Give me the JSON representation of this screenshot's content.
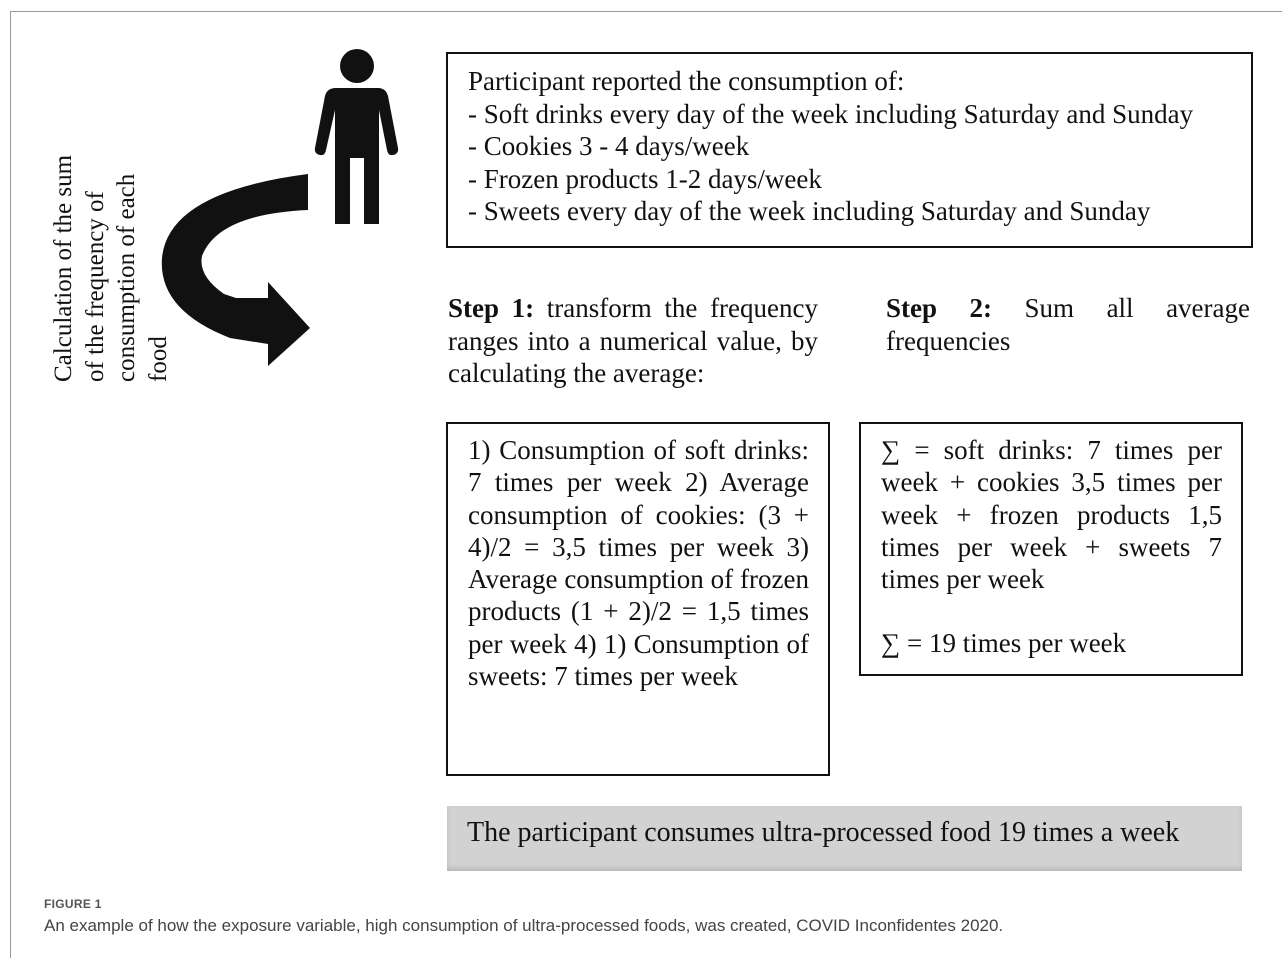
{
  "side_label": {
    "lines": [
      "Calculation of the sum",
      "of the frequency of",
      "consumption of each",
      "food"
    ]
  },
  "icons": {
    "person": "person-icon",
    "flow_arrow": "curved-arrow-icon"
  },
  "report": {
    "title": "Participant reported the consumption of:",
    "items": [
      "- Soft drinks every day of the week including Saturday and Sunday",
      "- Cookies 3 - 4 days/week",
      "- Frozen products 1-2 days/week",
      "- Sweets every day of the week including Saturday and Sunday"
    ]
  },
  "step1": {
    "label": "Step 1:",
    "text": " transform the frequency ranges into a numerical value, by calculating the average:"
  },
  "step2": {
    "label": "Step 2:",
    "text": " Sum all average frequencies"
  },
  "calculations": {
    "text": "1) Consumption of soft drinks: 7 times per week 2) Average consumption of cookies: (3 + 4)/2 = 3,5 times per week 3) Average consumption of frozen products (1 + 2)/2 = 1,5 times per week 4) 1) Consumption of sweets: 7 times per week",
    "lines": [
      "1) Consumption of soft drinks: 7 times per week",
      "2) Average consumption of cookies: (3 + 4)/2 = 3,5 times per week",
      "3) Average consumption of frozen products (1 + 2)/2 = 1,5 times per week",
      "4) 1) Consumption of sweets: 7 times per week"
    ]
  },
  "sum": {
    "formula": "∑ = soft drinks: 7 times per week + cookies 3,5 times per week + frozen products 1,5 times per week + sweets 7 times per week",
    "total": "∑ = 19 times per week"
  },
  "result": "The participant consumes ultra-processed food 19 times a week",
  "figure": {
    "label": "FIGURE 1",
    "caption": "An example of how the exposure variable, high consumption of ultra-processed foods, was created, COVID Inconfidentes 2020."
  }
}
